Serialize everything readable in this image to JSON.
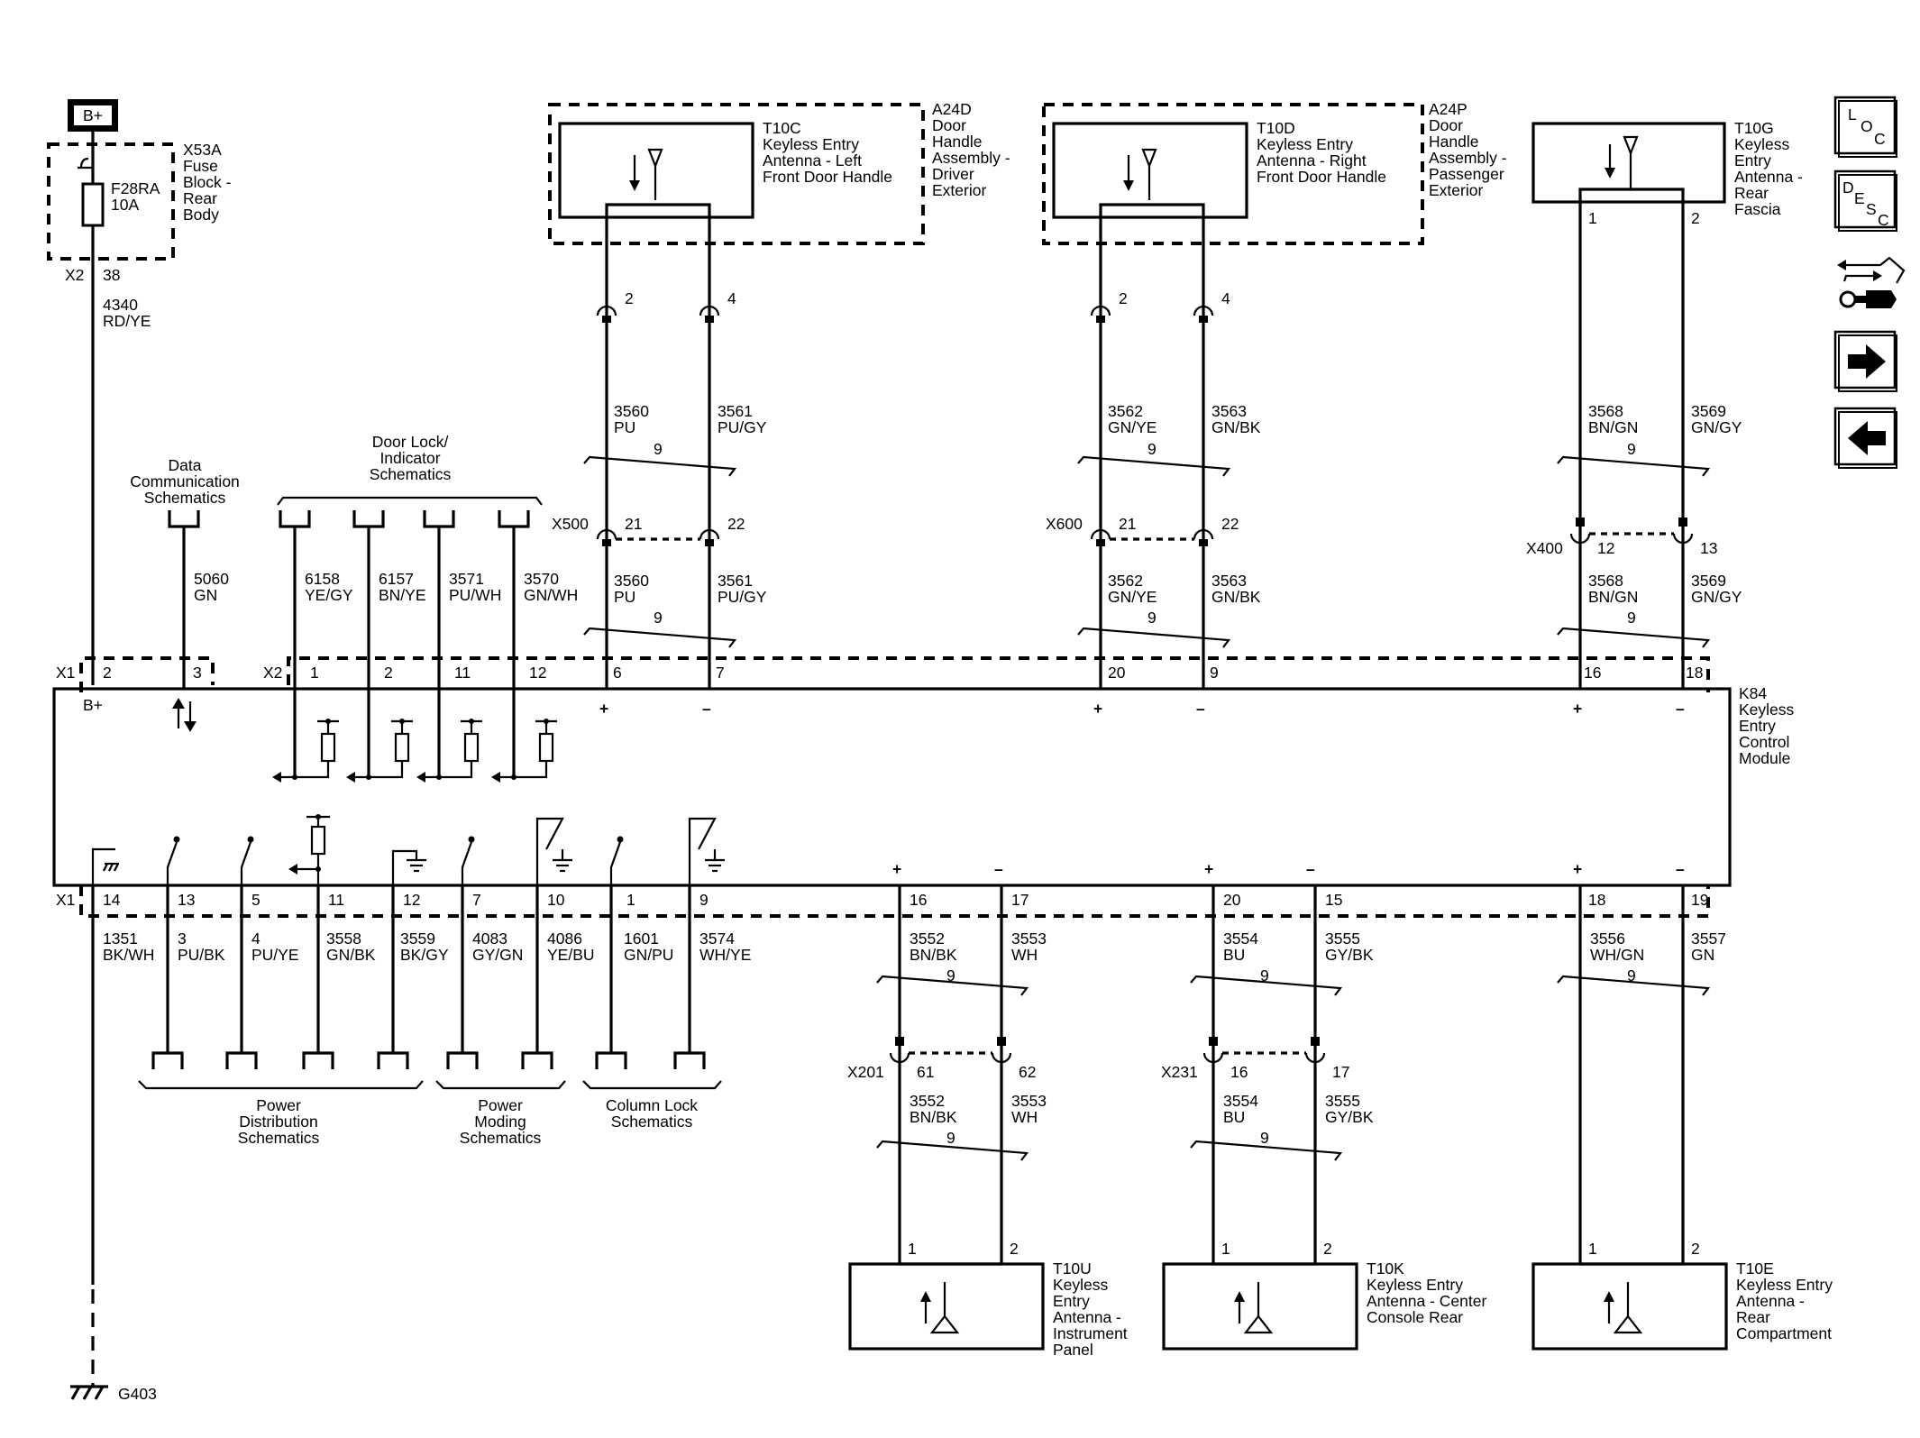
{
  "power": {
    "label": "B+"
  },
  "fuse_block": {
    "lines": [
      "X53A",
      "Fuse",
      "Block -",
      "Rear",
      "Body"
    ],
    "fuse_lines": [
      "F28RA",
      "10A"
    ],
    "conn": "X2",
    "pin": "38"
  },
  "b_wire": {
    "lines": [
      "4340",
      "RD/YE"
    ]
  },
  "ground": {
    "label": "G403"
  },
  "module": {
    "lines": [
      "K84",
      "Keyless",
      "Entry",
      "Control",
      "Module"
    ],
    "bplus": "B+"
  },
  "connectors": {
    "x1_top": "X1",
    "x2_top": "X2",
    "x1_bot": "X1",
    "x500": "X500",
    "x600": "X600",
    "x400": "X400",
    "x201": "X201",
    "x231": "X231"
  },
  "top_module_pins": [
    "2",
    "3",
    "1",
    "2",
    "11",
    "12",
    "6",
    "7",
    "20",
    "9",
    "16",
    "18"
  ],
  "pol": {
    "plus": "+",
    "minus": "–"
  },
  "twist": "9",
  "data_comm": {
    "lines": [
      "Data",
      "Communication",
      "Schematics"
    ],
    "wire": [
      "5060",
      "GN"
    ]
  },
  "door_lock": {
    "lines": [
      "Door Lock/",
      "Indicator",
      "Schematics"
    ],
    "wires": [
      [
        "6158",
        "YE/GY"
      ],
      [
        "6157",
        "BN/YE"
      ],
      [
        "3571",
        "PU/WH"
      ],
      [
        "3570",
        "GN/WH"
      ]
    ]
  },
  "antenna_c": {
    "title_lines": [
      "T10C",
      "Keyless Entry",
      "Antenna - Left",
      "Front Door Handle"
    ],
    "assy_lines": [
      "A24D",
      "Door",
      "Handle",
      "Assembly -",
      "Driver",
      "Exterior"
    ],
    "pins": [
      "2",
      "4"
    ],
    "wires_upper": [
      [
        "3560",
        "PU"
      ],
      [
        "3561",
        "PU/GY"
      ]
    ],
    "inline_pins": [
      "21",
      "22"
    ],
    "wires_lower": [
      [
        "3560",
        "PU"
      ],
      [
        "3561",
        "PU/GY"
      ]
    ]
  },
  "antenna_d": {
    "title_lines": [
      "T10D",
      "Keyless Entry",
      "Antenna - Right",
      "Front Door Handle"
    ],
    "assy_lines": [
      "A24P",
      "Door",
      "Handle",
      "Assembly -",
      "Passenger",
      "Exterior"
    ],
    "pins": [
      "2",
      "4"
    ],
    "wires_upper": [
      [
        "3562",
        "GN/YE"
      ],
      [
        "3563",
        "GN/BK"
      ]
    ],
    "inline_pins": [
      "21",
      "22"
    ],
    "wires_lower": [
      [
        "3562",
        "GN/YE"
      ],
      [
        "3563",
        "GN/BK"
      ]
    ]
  },
  "antenna_g": {
    "title_lines": [
      "T10G",
      "Keyless",
      "Entry",
      "Antenna -",
      "Rear",
      "Fascia"
    ],
    "pins": [
      "1",
      "2"
    ],
    "wires_upper": [
      [
        "3568",
        "BN/GN"
      ],
      [
        "3569",
        "GN/GY"
      ]
    ],
    "inline_pins": [
      "12",
      "13"
    ],
    "wires_lower": [
      [
        "3568",
        "BN/GN"
      ],
      [
        "3569",
        "GN/GY"
      ]
    ]
  },
  "bottom_module_pins": [
    "14",
    "13",
    "5",
    "11",
    "12",
    "7",
    "10",
    "1",
    "9",
    "16",
    "17",
    "20",
    "15",
    "18",
    "19"
  ],
  "bottom_wires": [
    [
      "1351",
      "BK/WH"
    ],
    [
      "3",
      "PU/BK"
    ],
    [
      "4",
      "PU/YE"
    ],
    [
      "3558",
      "GN/BK"
    ],
    [
      "3559",
      "BK/GY"
    ],
    [
      "4083",
      "GY/GN"
    ],
    [
      "4086",
      "YE/BU"
    ],
    [
      "1601",
      "GN/PU"
    ],
    [
      "3574",
      "WH/YE"
    ]
  ],
  "power_dist": {
    "lines": [
      "Power",
      "Distribution",
      "Schematics"
    ]
  },
  "power_moding": {
    "lines": [
      "Power",
      "Moding",
      "Schematics"
    ]
  },
  "column_lock": {
    "lines": [
      "Column Lock",
      "Schematics"
    ]
  },
  "antenna_u": {
    "title_lines": [
      "T10U",
      "Keyless",
      "Entry",
      "Antenna -",
      "Instrument",
      "Panel"
    ],
    "pins": [
      "1",
      "2"
    ],
    "wires_upper": [
      [
        "3552",
        "BN/BK"
      ],
      [
        "3553",
        "WH"
      ]
    ],
    "inline_pins": [
      "61",
      "62"
    ],
    "wires_lower": [
      [
        "3552",
        "BN/BK"
      ],
      [
        "3553",
        "WH"
      ]
    ]
  },
  "antenna_k": {
    "title_lines": [
      "T10K",
      "Keyless Entry",
      "Antenna - Center",
      "Console Rear"
    ],
    "pins": [
      "1",
      "2"
    ],
    "wires_upper": [
      [
        "3554",
        "BU"
      ],
      [
        "3555",
        "GY/BK"
      ]
    ],
    "inline_pins": [
      "16",
      "17"
    ],
    "wires_lower": [
      [
        "3554",
        "BU"
      ],
      [
        "3555",
        "GY/BK"
      ]
    ]
  },
  "antenna_e": {
    "title_lines": [
      "T10E",
      "Keyless Entry",
      "Antenna -",
      "Rear",
      "Compartment"
    ],
    "pins": [
      "1",
      "2"
    ],
    "wires_upper": [
      [
        "3556",
        "WH/GN"
      ],
      [
        "3557",
        "GN"
      ]
    ]
  },
  "nav": {
    "loc": [
      "L",
      "O",
      "C"
    ],
    "desc": [
      "D",
      "E",
      "S",
      "C"
    ]
  }
}
